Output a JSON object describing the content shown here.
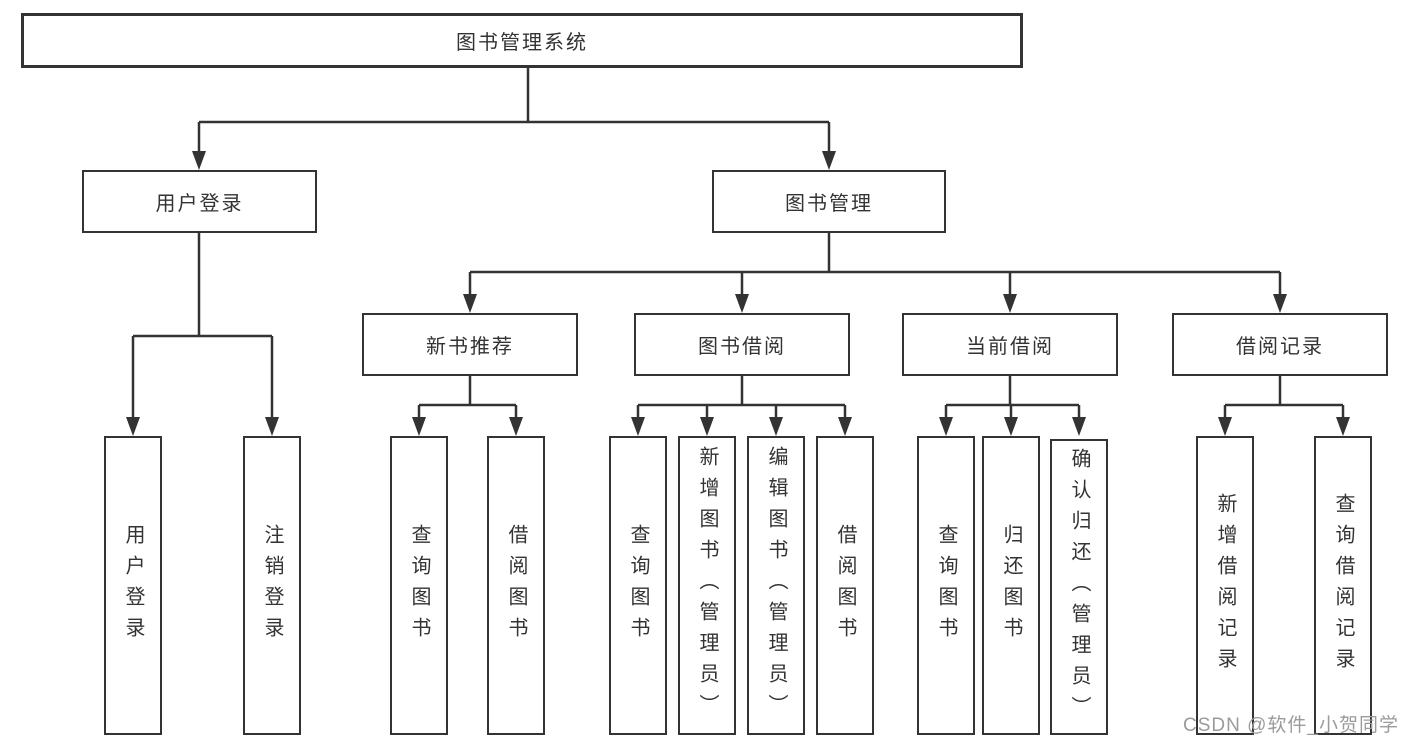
{
  "page": {
    "watermark": "CSDN @软件_小贺同学"
  },
  "colors": {
    "background": "#ffffff",
    "node_fill": "#ffffff",
    "node_border": "#333333",
    "line": "#333333",
    "text": "#333333",
    "watermark": "#9b9b9b"
  },
  "tree": {
    "root": "图书管理系统",
    "children": [
      {
        "label": "用户登录",
        "children": [
          "用户登录",
          "注销登录"
        ]
      },
      {
        "label": "图书管理",
        "children": [
          {
            "label": "新书推荐",
            "children": [
              "查询图书",
              "借阅图书"
            ]
          },
          {
            "label": "图书借阅",
            "children": [
              "查询图书",
              "新增图书（管理员）",
              "编辑图书（管理员）",
              "借阅图书"
            ]
          },
          {
            "label": "当前借阅",
            "children": [
              "查询图书",
              "归还图书",
              "确认归还（管理员）"
            ]
          },
          {
            "label": "借阅记录",
            "children": [
              "新增借阅记录",
              "查询借阅记录"
            ]
          }
        ]
      }
    ]
  }
}
